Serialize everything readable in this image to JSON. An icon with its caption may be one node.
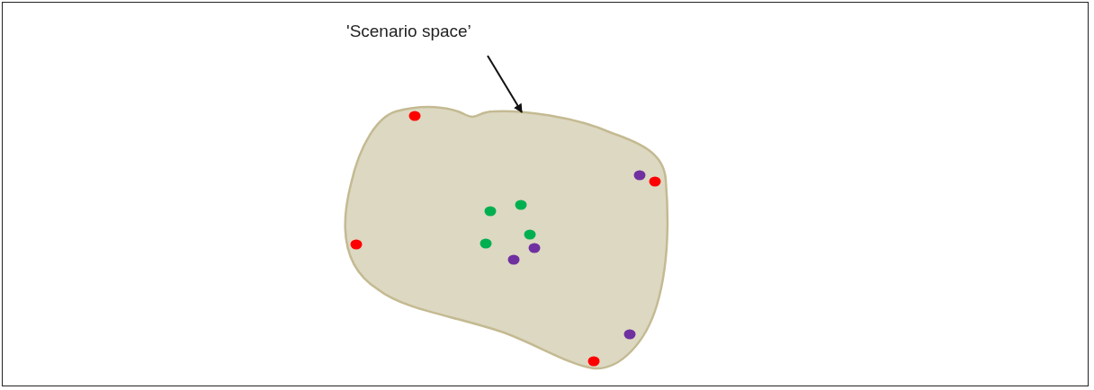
{
  "diagram": {
    "nodes": [
      {
        "text": [
          "'Scenario space’"
        ]
      },
      {
        "text": [],
        "shape": "cloud"
      }
    ],
    "edges": [
      {
        "from": 0,
        "to": 1,
        "arrow": "to"
      }
    ]
  }
}
